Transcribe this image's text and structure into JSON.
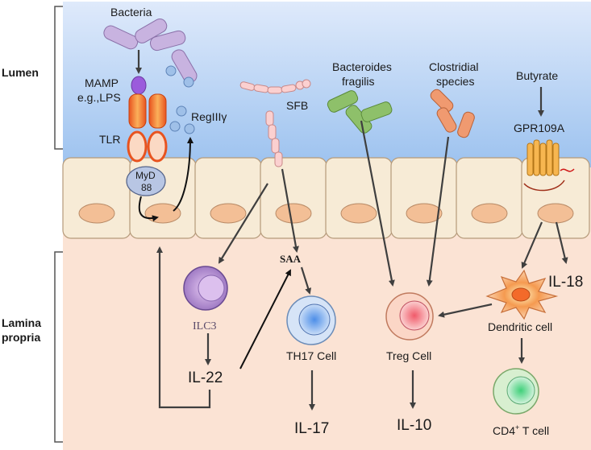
{
  "regions": {
    "lumen": "Lumen",
    "lamina_line1": "Lamina",
    "lamina_line2": "propria"
  },
  "labels": {
    "bacteria": "Bacteria",
    "mamp_line1": "MAMP",
    "mamp_line2": "e.g.,LPS",
    "tlr": "TLR",
    "regiiiy": "RegIIIγ",
    "myd_line1": "MyD",
    "myd_line2": "88",
    "sfb": "SFB",
    "bacteroides_line1": "Bacteroides",
    "bacteroides_line2": "fragilis",
    "clostridial_line1": "Clostridial",
    "clostridial_line2": "species",
    "butyrate": "Butyrate",
    "gpr109a": "GPR109A",
    "saa": "SAA",
    "ilc3": "ILC3",
    "il22": "IL-22",
    "th17": "TH17 Cell",
    "il17": "IL-17",
    "treg": "Treg Cell",
    "il10": "IL-10",
    "il18": "IL-18",
    "dendritic": "Dendritic cell",
    "cd4": "CD4",
    "cd4_sup": "+",
    "cd4_tail": " T cell"
  },
  "colors": {
    "lumen_top": "#d6e6fb",
    "lumen_bottom": "#9fc4ef",
    "lamina": "#fbe1d2",
    "epithelial": "#f7ebd6",
    "nucleus": "#f3bf96",
    "arrow": "#3f3f3f"
  }
}
